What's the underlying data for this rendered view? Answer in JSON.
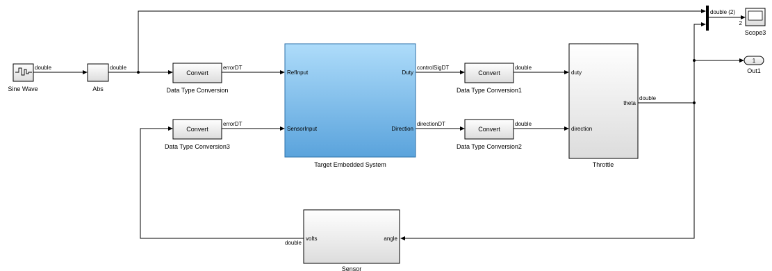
{
  "blocks": {
    "sine": {
      "label": "Sine Wave"
    },
    "abs": {
      "label": "Abs"
    },
    "dtc0": {
      "label": "Data Type Conversion",
      "inner": "Convert"
    },
    "dtc3": {
      "label": "Data Type Conversion3",
      "inner": "Convert"
    },
    "target": {
      "label": "Target Embedded System",
      "in1": "RefInput",
      "in2": "SensorInput",
      "out1": "Duty",
      "out2": "Direction"
    },
    "dtc1": {
      "label": "Data Type Conversion1",
      "inner": "Convert"
    },
    "dtc2": {
      "label": "Data Type Conversion2",
      "inner": "Convert"
    },
    "throttle": {
      "label": "Throttle",
      "in1": "duty",
      "in2": "direction",
      "out1": "theta"
    },
    "scope": {
      "label": "Scope3",
      "port": "2"
    },
    "out1": {
      "label": "Out1",
      "port": "1"
    },
    "sensor": {
      "label": "Sensor",
      "in1": "angle",
      "out1": "volts"
    }
  },
  "signals": {
    "sine_out": "double",
    "abs_out": "double",
    "dtc0_out": "errorDT",
    "dtc3_out": "errorDT",
    "duty_out": "controlSigDT",
    "dir_out": "directionDT",
    "dtc1_out": "double",
    "dtc2_out": "double",
    "theta_out": "double",
    "mux_out": "double (2)",
    "sensor_out": "double"
  },
  "colors": {
    "target_top": "#a9d8f7",
    "target_bottom": "#5aa6de",
    "gray_top": "#ffffff",
    "gray_bottom": "#e4e4e4"
  },
  "icons": {
    "sine": "sine-wave-icon",
    "scope": "scope-icon"
  }
}
